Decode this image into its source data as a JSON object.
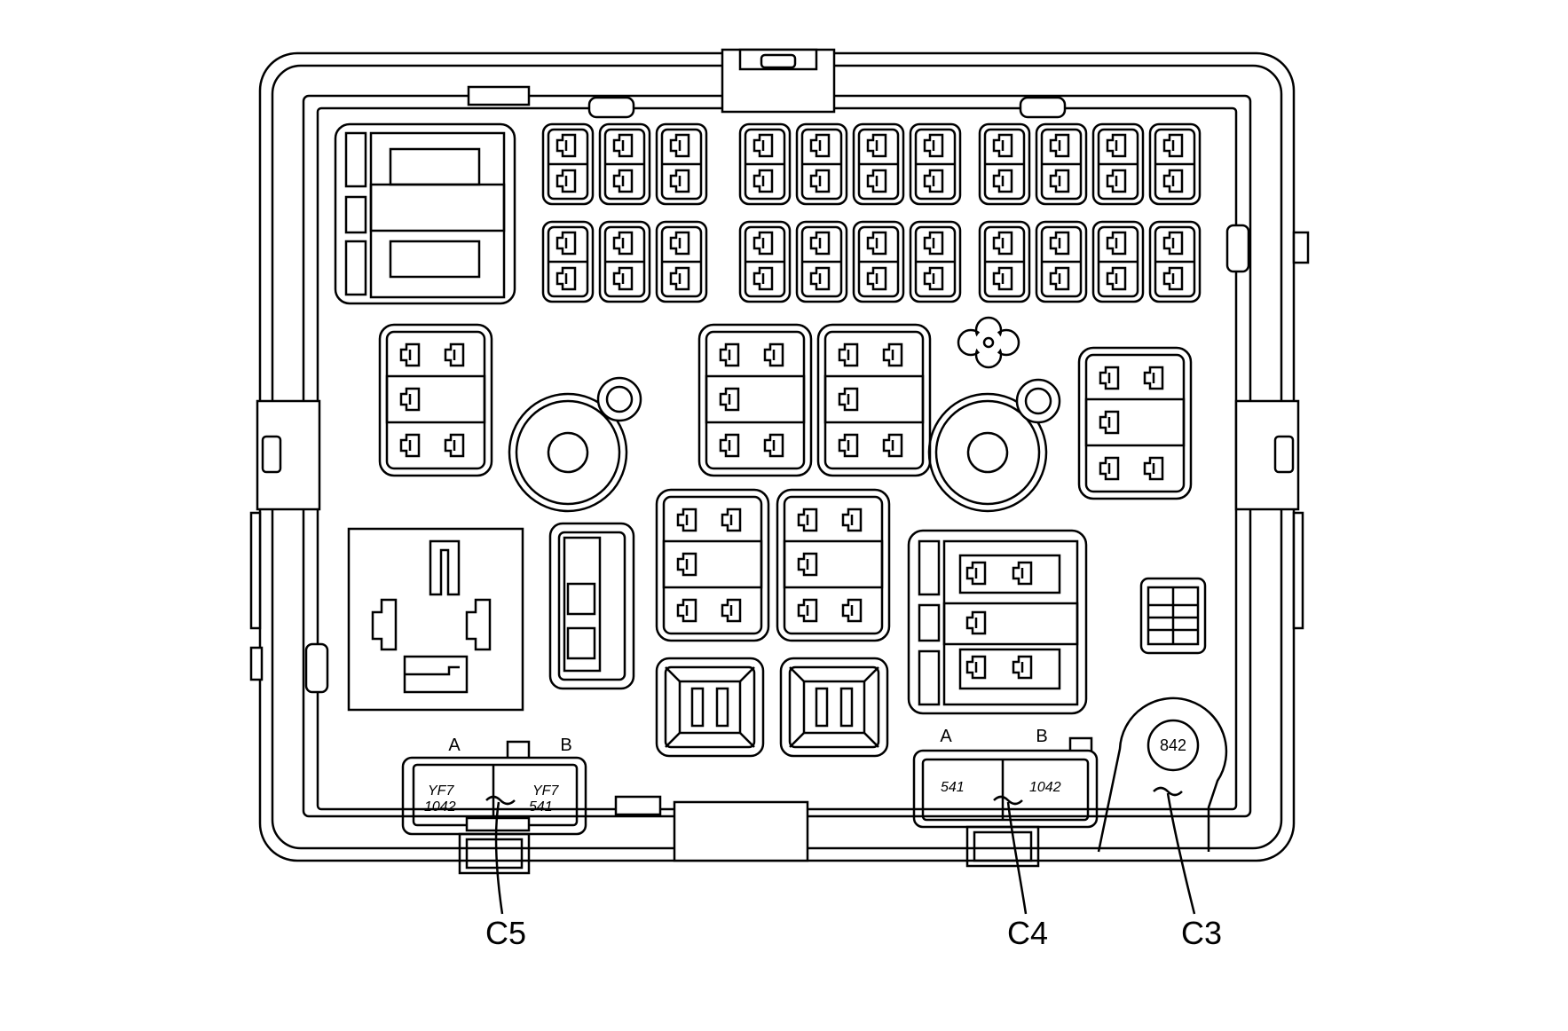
{
  "diagram": {
    "title": "",
    "colors": {
      "stroke": "#000000",
      "background": "#ffffff"
    },
    "connectors": {
      "c5": {
        "label": "C5",
        "pin_a": "A",
        "pin_b": "B",
        "left_wire": "YF7",
        "left_circuit": "1042",
        "right_wire": "YF7",
        "right_circuit": "541"
      },
      "c4": {
        "label": "C4",
        "pin_a": "A",
        "pin_b": "B",
        "left_circuit": "541",
        "right_circuit": "1042"
      },
      "c3": {
        "label": "C3",
        "terminal": "842"
      }
    },
    "components": {
      "mini_fuse_rows": 2,
      "mini_fuses_per_row": 11,
      "relays": 7,
      "mounting_studs": 2,
      "maxi_fuses": 2
    }
  }
}
